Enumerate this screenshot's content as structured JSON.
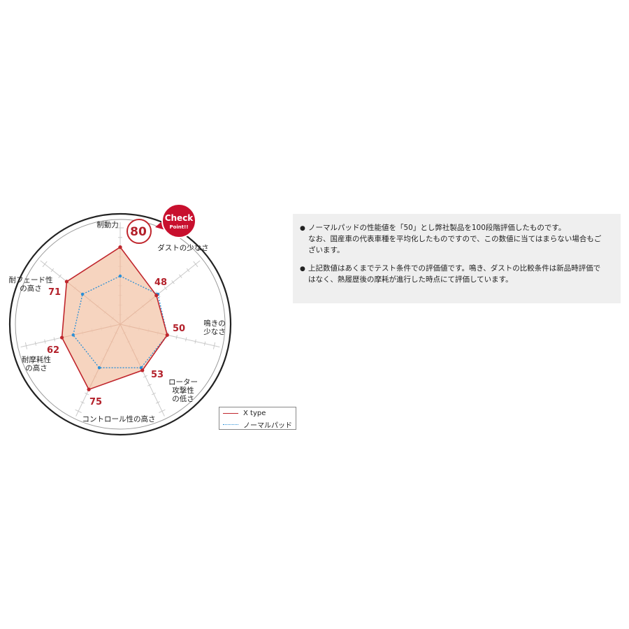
{
  "chart_data": {
    "type": "radar",
    "axes": [
      {
        "label": "制動力"
      },
      {
        "label": "ダストの少なさ"
      },
      {
        "label": "鳴きの\n少なさ"
      },
      {
        "label": "ローター\n攻撃性\nの低さ"
      },
      {
        "label": "コントロール性の高さ"
      },
      {
        "label": "耐摩耗性\nの高さ"
      },
      {
        "label": "耐フェード性\nの高さ"
      }
    ],
    "range": [
      0,
      100
    ],
    "series": [
      {
        "name": "X type",
        "values": [
          80,
          48,
          50,
          53,
          75,
          62,
          71
        ],
        "color": "#c0262d",
        "fill": "#f5cdb4"
      },
      {
        "name": "ノーマルパッド",
        "values": [
          50,
          50,
          50,
          50,
          50,
          50,
          50
        ],
        "color": "#2b8fd6"
      }
    ],
    "value_labels": [
      "80",
      "48",
      "50",
      "53",
      "75",
      "62",
      "71"
    ],
    "badge": {
      "top": "Check",
      "bottom": "Point!!",
      "color": "#c8102e"
    }
  },
  "notes": [
    "ノーマルパッドの性能値を「50」とし弊社製品を100段階評価したものです。\nなお、国産車の代表車種を平均化したものですので、この数値に当てはまらない場合もご\nざいます。",
    "上記数値はあくまでテスト条件での評価値です。鳴き、ダストの比較条件は新品時評価で\nはなく、熱履歴後の摩耗が進行した時点にて評価しています。"
  ],
  "legend": {
    "x_type": "X type",
    "normal": "ノーマルパッド"
  }
}
